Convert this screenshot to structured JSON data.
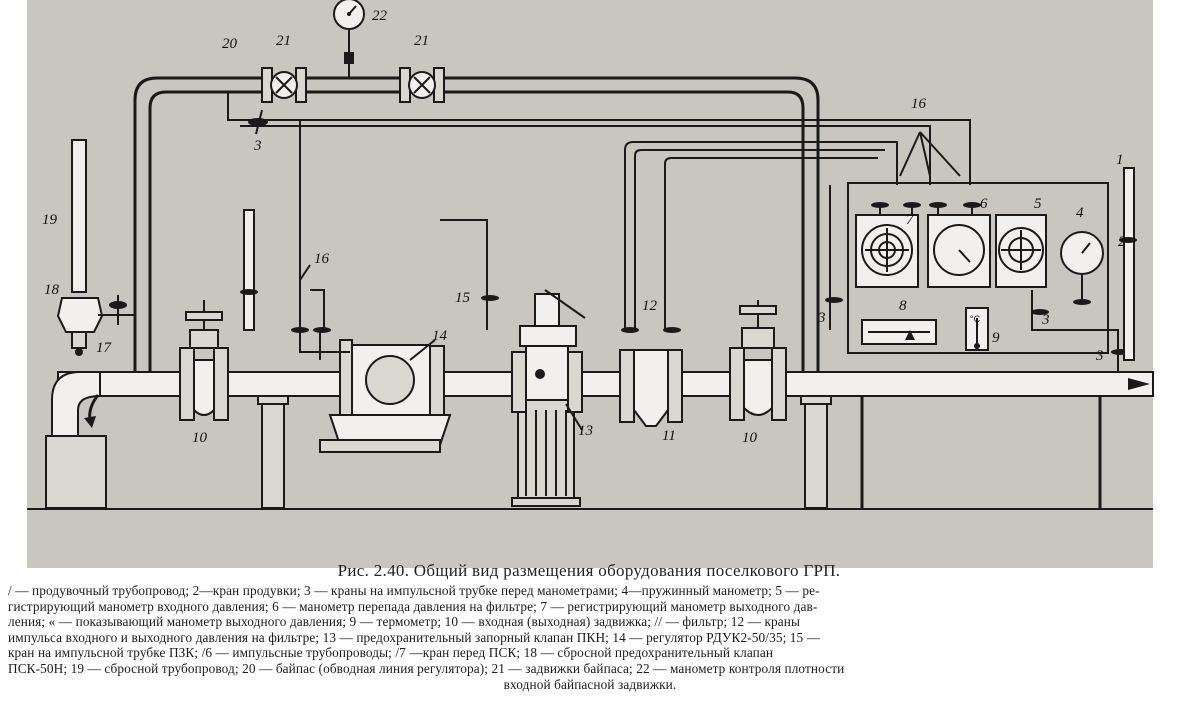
{
  "figure": {
    "caption": "Рис. 2.40. Общий вид размещения оборудования поселкового ГРП.",
    "legend_lines": [
      "/ — продувочный трубопровод; 2—кран продувки; 3 — краны на импульсной трубке перед манометрами; 4—пружинный манометр; 5 — ре-",
      "гистрирующий манометр входного давления; 6 — манометр перепада давления на фильтре; 7 — регистрирующий манометр выходного дав-",
      "ления; « — показывающий манометр выходного давления; 9 — термометр; 10 — входная (выходная) задвижка; // — фильтр; 12 — краны",
      "импульса входного и выходного давления на фильтре; 13 — предохранительный запорный клапан ПКН; 14 — регулятор РДУК2-50/35; 15 —",
      "кран на импульсной трубке ПЗК; /6 — импульсные трубопроводы; /7 —кран перед ПСК; 18 — сбросной предохранительный клапан",
      "ПСК-50Н; 19 — сбросной трубопровод; 20 — байпас (обводная линия регулятора); 21 — задвижки байпаса; 22 — манометр контроля плотности",
      "входной байпасной задвижки."
    ]
  },
  "labels": {
    "l1": "1",
    "l2": "2",
    "l3a": "3",
    "l3b": "3",
    "l3c": "3",
    "l3d": "3",
    "l4": "4",
    "l5": "5",
    "l6": "6",
    "l7": "7",
    "l8": "8",
    "l9": "9",
    "l10a": "10",
    "l10b": "10",
    "l11": "11",
    "l12": "12",
    "l13": "13",
    "l14": "14",
    "l15": "15",
    "l16a": "16",
    "l16b": "16",
    "l17": "17",
    "l18": "18",
    "l19": "19",
    "l20": "20",
    "l21a": "21",
    "l21b": "21",
    "l22": "22"
  },
  "thermometer_mark": "°C"
}
